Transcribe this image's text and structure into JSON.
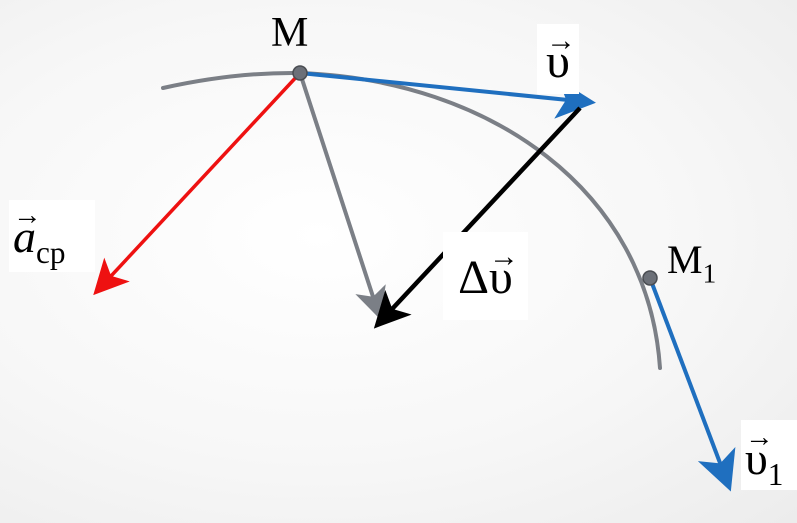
{
  "colors": {
    "trajectory": "#7b7f86",
    "velocity": "#1f6fbf",
    "centripetal": "#ee1111",
    "delta": "#000000",
    "chord": "#7b7f86",
    "point": "#6c7078"
  },
  "points": {
    "m": {
      "label": "M"
    },
    "m1": {
      "label": "M",
      "sub": "1"
    }
  },
  "vectors": {
    "v": {
      "symbol": "υ",
      "arrow": "→"
    },
    "v1": {
      "symbol": "υ",
      "sub": "1",
      "arrow": "→"
    },
    "delta_v": {
      "prefix": "Δ",
      "symbol": "υ",
      "arrow": "→"
    },
    "a_cp": {
      "symbol": "a",
      "sub": "cp",
      "arrow": "→"
    }
  }
}
